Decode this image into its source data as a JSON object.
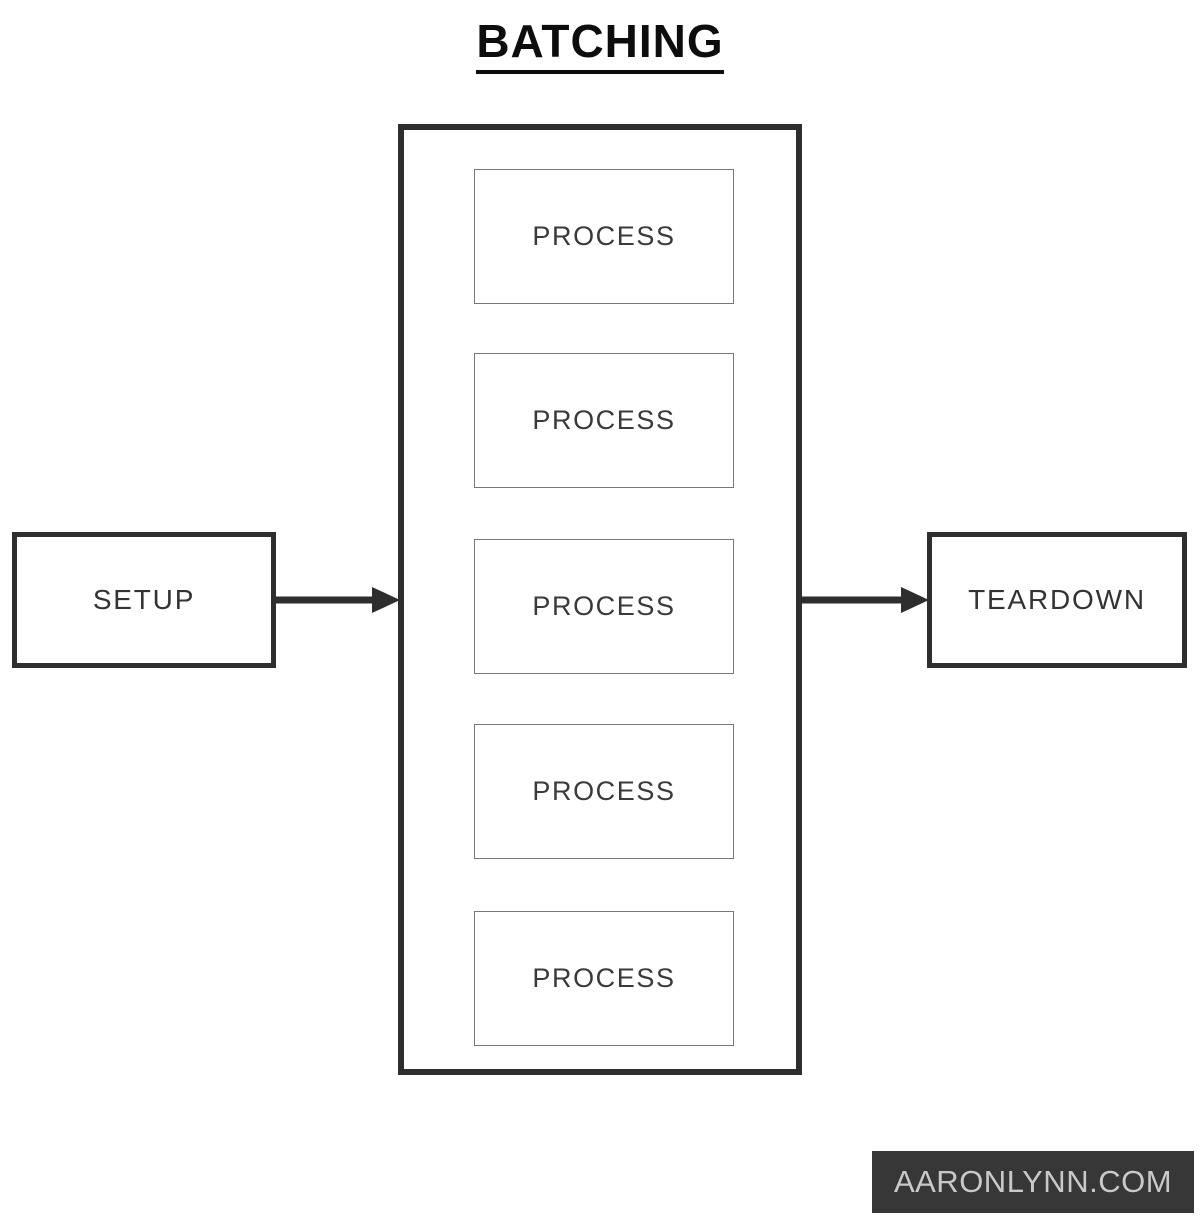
{
  "title": {
    "text": "BATCHING",
    "underlined": true
  },
  "colors": {
    "title": "#0d0d0d",
    "heavy_border": "#2e2e2e",
    "light_border": "#777777",
    "text": "#333333",
    "arrow": "#2e2e2e",
    "watermark_background": "#373737",
    "watermark_text": "#c9c9c9",
    "canvas_background": "#ffffff"
  },
  "nodes": {
    "setup": {
      "label": "SETUP"
    },
    "teardown": {
      "label": "TEARDOWN"
    }
  },
  "batch_container": {
    "label": "",
    "processes": [
      {
        "label": "PROCESS"
      },
      {
        "label": "PROCESS"
      },
      {
        "label": "PROCESS"
      },
      {
        "label": "PROCESS"
      },
      {
        "label": "PROCESS"
      }
    ]
  },
  "arrows": [
    {
      "name": "setup-to-batch",
      "from": "SETUP",
      "to": "BATCH",
      "direction": "right"
    },
    {
      "name": "batch-to-teardown",
      "from": "BATCH",
      "to": "TEARDOWN",
      "direction": "right"
    }
  ],
  "watermark": {
    "text": "AARONLYNN.COM"
  }
}
